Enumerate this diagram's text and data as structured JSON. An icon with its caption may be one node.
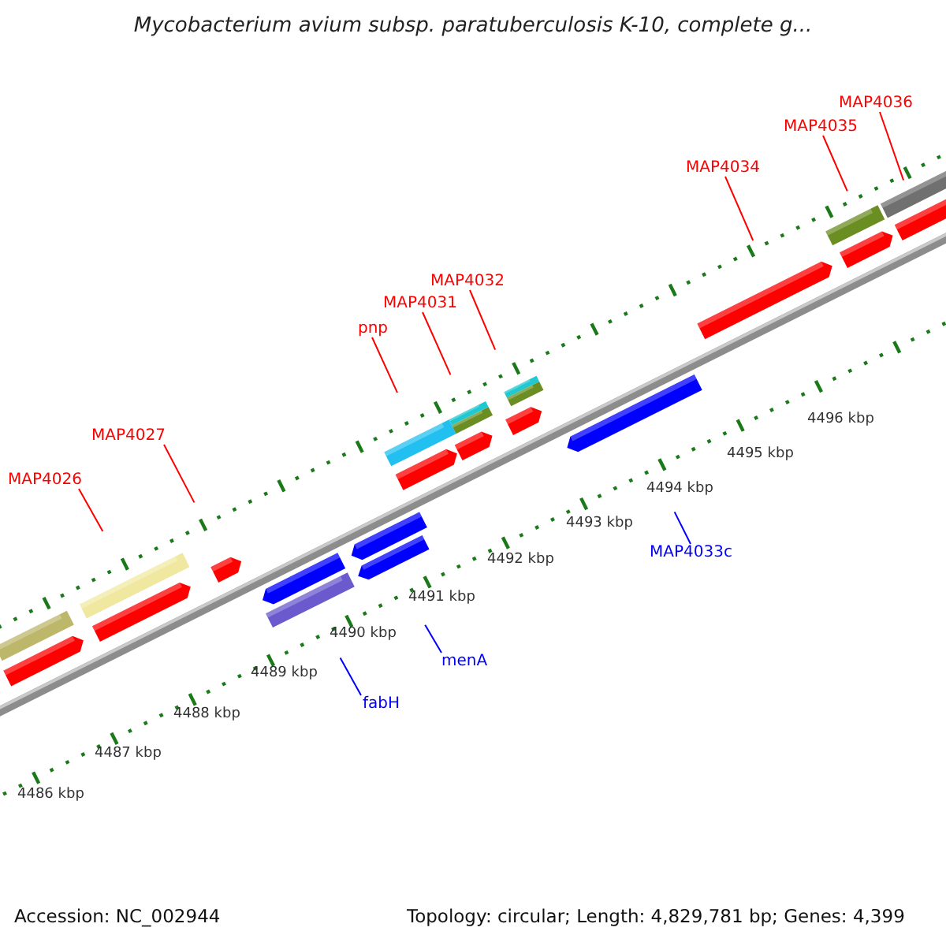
{
  "diagram": {
    "title": "Mycobacterium avium subsp. paratuberculosis K-10, complete g...",
    "nodes": [
      {
        "text": [
          "MAP4036"
        ]
      },
      {
        "text": [
          "MAP4035"
        ]
      },
      {
        "text": [
          "MAP4034"
        ]
      },
      {
        "text": [
          "MAP4032"
        ]
      },
      {
        "text": [
          "MAP4031"
        ]
      },
      {
        "text": [
          "pnp"
        ]
      },
      {
        "text": [
          "MAP4027"
        ]
      },
      {
        "text": [
          "MAP4026"
        ]
      },
      {
        "text": [
          "MAP4033c"
        ]
      },
      {
        "text": [
          "menA"
        ]
      },
      {
        "text": [
          "fabH"
        ]
      }
    ],
    "edges": [
      {
        "from": 0,
        "to": null,
        "arrow": "none"
      },
      {
        "from": 1,
        "to": null,
        "arrow": "none"
      },
      {
        "from": 2,
        "to": null,
        "arrow": "none"
      },
      {
        "from": 3,
        "to": null,
        "arrow": "none"
      },
      {
        "from": 4,
        "to": null,
        "arrow": "none"
      },
      {
        "from": 5,
        "to": null,
        "arrow": "none"
      },
      {
        "from": 6,
        "to": null,
        "arrow": "none"
      },
      {
        "from": 7,
        "to": null,
        "arrow": "none"
      },
      {
        "from": 8,
        "to": null,
        "arrow": "none",
        "color": "#0000ff"
      },
      {
        "from": 9,
        "to": null,
        "arrow": "none",
        "color": "#0000ff"
      },
      {
        "from": 10,
        "to": null,
        "arrow": "none",
        "color": "#0000ff"
      }
    ],
    "labels": [
      "4496 kbp",
      "4495 kbp",
      "4494 kbp",
      "4493 kbp",
      "4492 kbp",
      "4491 kbp",
      "4490 kbp",
      "4489 kbp",
      "4488 kbp",
      "4487 kbp",
      "4486 kbp",
      "Accession: NC_002944",
      "Topology: circular; Length: 4,829,781 bp; Genes: 4,399"
    ]
  }
}
